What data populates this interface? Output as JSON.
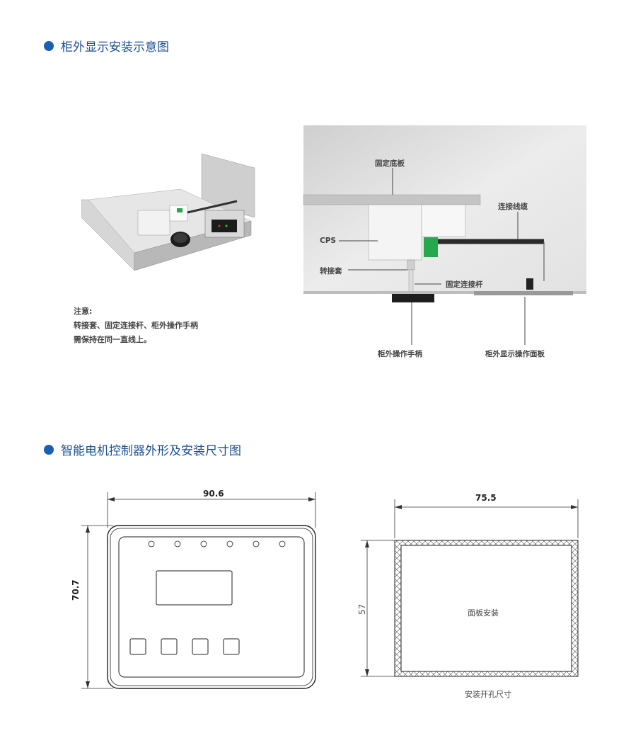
{
  "section1": {
    "title": "柜外显示安装示意图"
  },
  "note": {
    "heading": "注意:",
    "line1": "转接套、固定连接杆、柜外操作手柄",
    "line2": "需保持在同一直线上。"
  },
  "diagram_labels": {
    "base_plate": "固定底板",
    "cable": "连接线缆",
    "cps": "CPS",
    "adapter": "转接套",
    "rod": "固定连接杆",
    "handle": "柜外操作手柄",
    "panel": "柜外显示操作面板"
  },
  "section2": {
    "title": "智能电机控制器外形及安装尺寸图"
  },
  "dimensions": {
    "width_outer": "90.6",
    "height_outer": "70.7",
    "cutout_width": "75.5",
    "cutout_height": "57",
    "cutout_center": "面板安装",
    "cutout_caption": "安装开孔尺寸"
  }
}
